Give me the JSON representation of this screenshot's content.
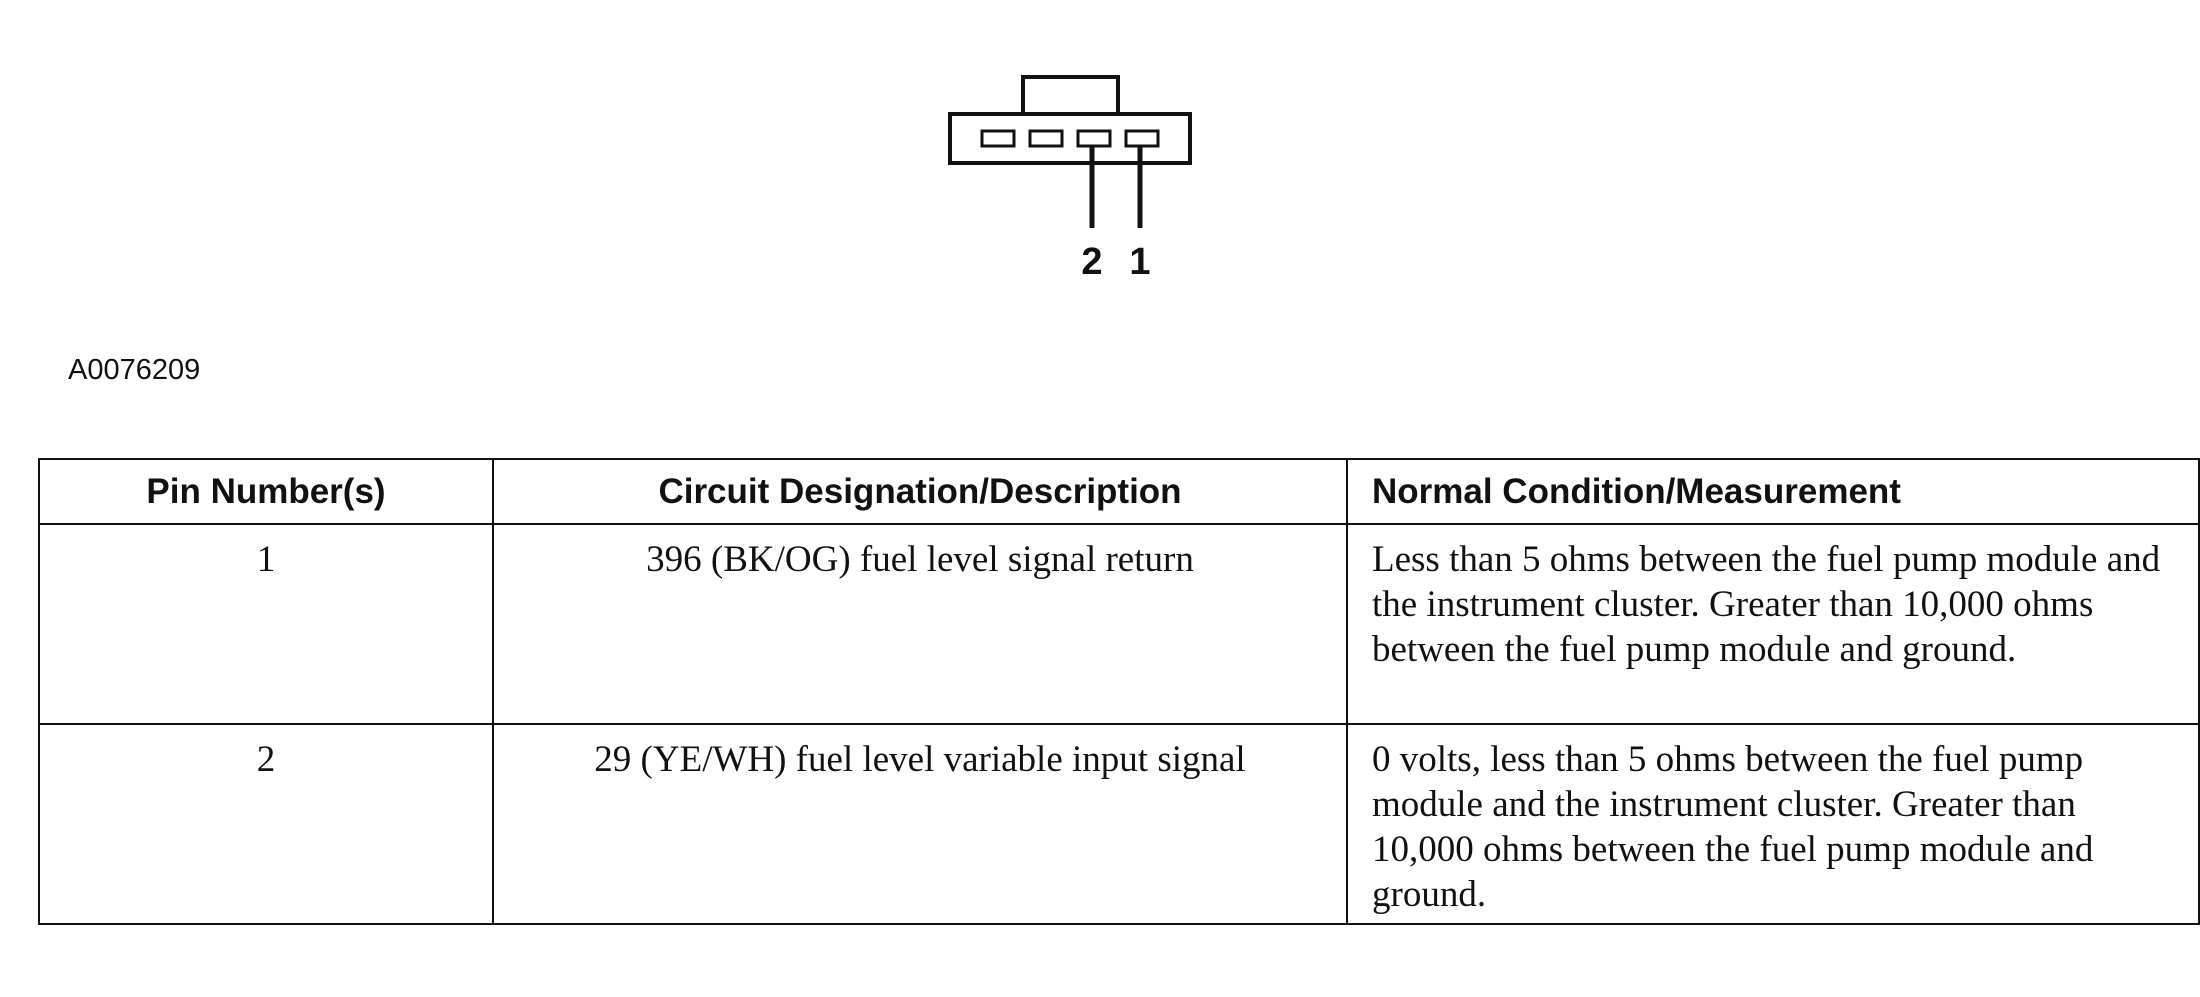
{
  "diagram": {
    "pin_labels": [
      "2",
      "1"
    ],
    "figure_id": "A0076209"
  },
  "table": {
    "headers": [
      "Pin Number(s)",
      "Circuit Designation/Description",
      "Normal Condition/Measurement"
    ],
    "rows": [
      {
        "pin": "1",
        "circuit": "396 (BK/OG) fuel level signal return",
        "condition": "Less than 5 ohms between the fuel pump module and the instrument cluster. Greater than 10,000 ohms between the fuel pump module and ground."
      },
      {
        "pin": "2",
        "circuit": "29 (YE/WH) fuel level variable input signal",
        "condition": "0 volts, less than 5 ohms between the fuel pump module and the instrument cluster. Greater than 10,000 ohms between the fuel pump module and ground."
      }
    ]
  }
}
